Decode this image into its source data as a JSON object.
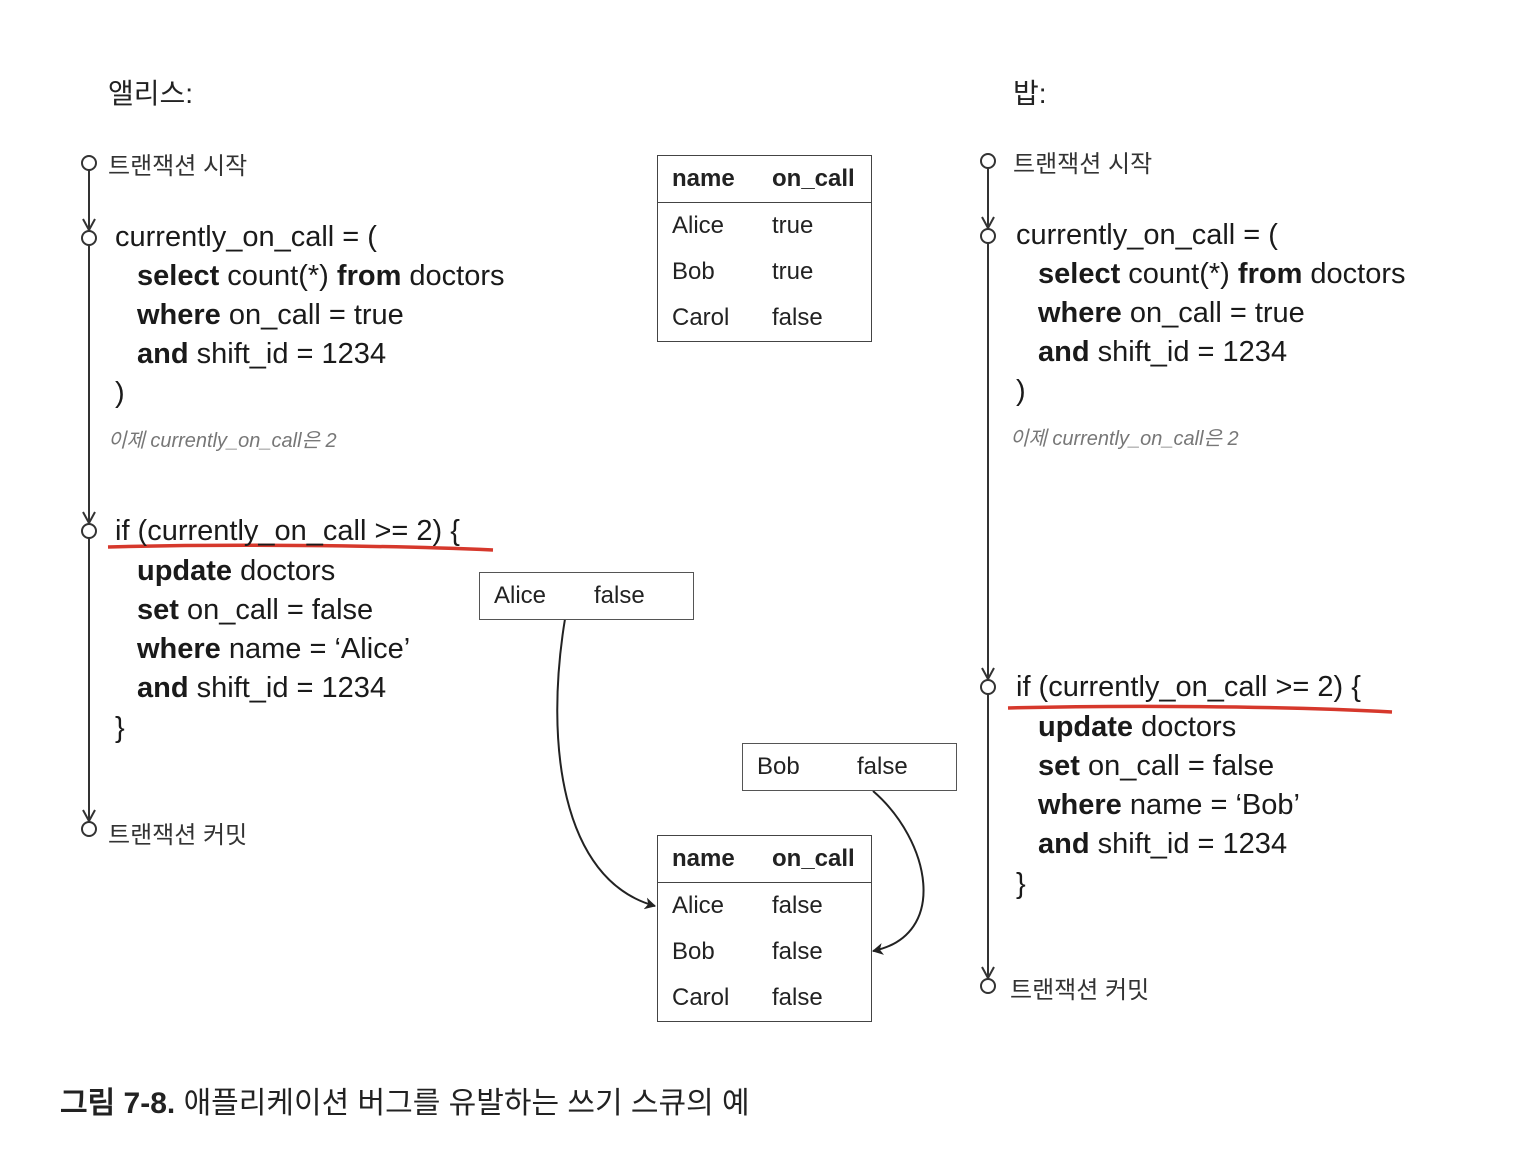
{
  "left": {
    "actor": "앨리스:",
    "begin": "트랜잭션 시작",
    "select_lines": [
      {
        "kw": "",
        "text": "currently_on_call = ("
      },
      {
        "kw": "select",
        "text": " count(*) ",
        "kw2": "from",
        "text2": " doctors"
      },
      {
        "kw": "where",
        "text": " on_call = true"
      },
      {
        "kw": "and",
        "text": " shift_id = 1234"
      },
      {
        "kw": "",
        "text": ")"
      }
    ],
    "note": "이제 currently_on_call은 2",
    "if_lines": [
      {
        "kw": "",
        "text": "if (currently_on_call >= 2) {"
      },
      {
        "kw": "update",
        "text": " doctors"
      },
      {
        "kw": "set",
        "text": " on_call = false"
      },
      {
        "kw": "where",
        "text": " name = ‘Alice’"
      },
      {
        "kw": "and",
        "text": " shift_id = 1234"
      },
      {
        "kw": "",
        "text": "}"
      }
    ],
    "commit": "트랜잭션 커밋"
  },
  "right": {
    "actor": "밥:",
    "begin": "트랜잭션 시작",
    "select_lines": [
      {
        "kw": "",
        "text": "currently_on_call = ("
      },
      {
        "kw": "select",
        "text": " count(*) ",
        "kw2": "from",
        "text2": " doctors"
      },
      {
        "kw": "where",
        "text": " on_call = true"
      },
      {
        "kw": "and",
        "text": " shift_id = 1234"
      },
      {
        "kw": "",
        "text": ")"
      }
    ],
    "note": "이제 currently_on_call은 2",
    "if_lines": [
      {
        "kw": "",
        "text": "if (currently_on_call >= 2) {"
      },
      {
        "kw": "update",
        "text": " doctors"
      },
      {
        "kw": "set",
        "text": " on_call = false"
      },
      {
        "kw": "where",
        "text": " name = ‘Bob’"
      },
      {
        "kw": "and",
        "text": " shift_id = 1234"
      },
      {
        "kw": "",
        "text": "}"
      }
    ],
    "commit": "트랜잭션 커밋"
  },
  "table_before": {
    "headers": [
      "name",
      "on_call"
    ],
    "rows": [
      [
        "Alice",
        "true"
      ],
      [
        "Bob",
        "true"
      ],
      [
        "Carol",
        "false"
      ]
    ]
  },
  "table_after": {
    "headers": [
      "name",
      "on_call"
    ],
    "rows": [
      [
        "Alice",
        "false"
      ],
      [
        "Bob",
        "false"
      ],
      [
        "Carol",
        "false"
      ]
    ]
  },
  "update_alice": [
    "Alice",
    "false"
  ],
  "update_bob": [
    "Bob",
    "false"
  ],
  "caption": {
    "figure": "그림 7-8.",
    "text": " 애플리케이션 버그를 유발하는 쓰기 스큐의 예"
  },
  "colors": {
    "underline": "#d6382c",
    "line": "#333333"
  }
}
